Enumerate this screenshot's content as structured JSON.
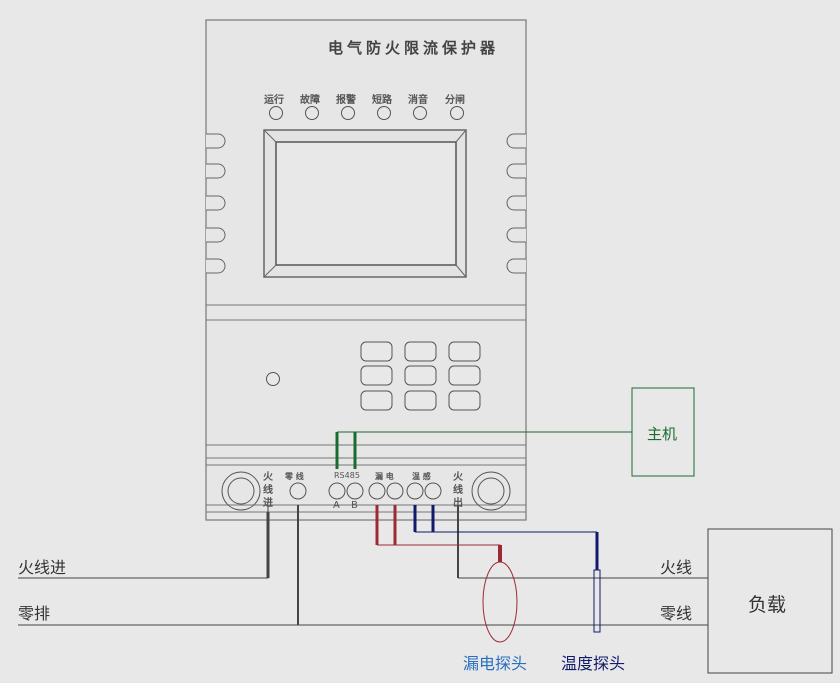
{
  "device": {
    "title": "电气防火限流保护器",
    "indicators": [
      "运行",
      "故障",
      "报警",
      "短路",
      "消音",
      "分闸"
    ],
    "terminals": {
      "fire_in": "火\n线\n进",
      "neutral": "零 线",
      "rs485": "RS485",
      "a": "A",
      "b": "B",
      "leakage": "漏 电",
      "temp": "温 感",
      "fire_out": "火\n线\n出"
    }
  },
  "host": {
    "label": "主机"
  },
  "load": {
    "label": "负载"
  },
  "wires": {
    "fire_in": "火线进",
    "neutral_bar": "零排",
    "fire": "火线",
    "neutral": "零线"
  },
  "probes": {
    "leakage": "漏电探头",
    "temperature": "温度探头"
  },
  "colors": {
    "rs485": "#1a6b2e",
    "leakage": "#9b2a35",
    "temp": "#121a6b",
    "line": "#444444"
  }
}
